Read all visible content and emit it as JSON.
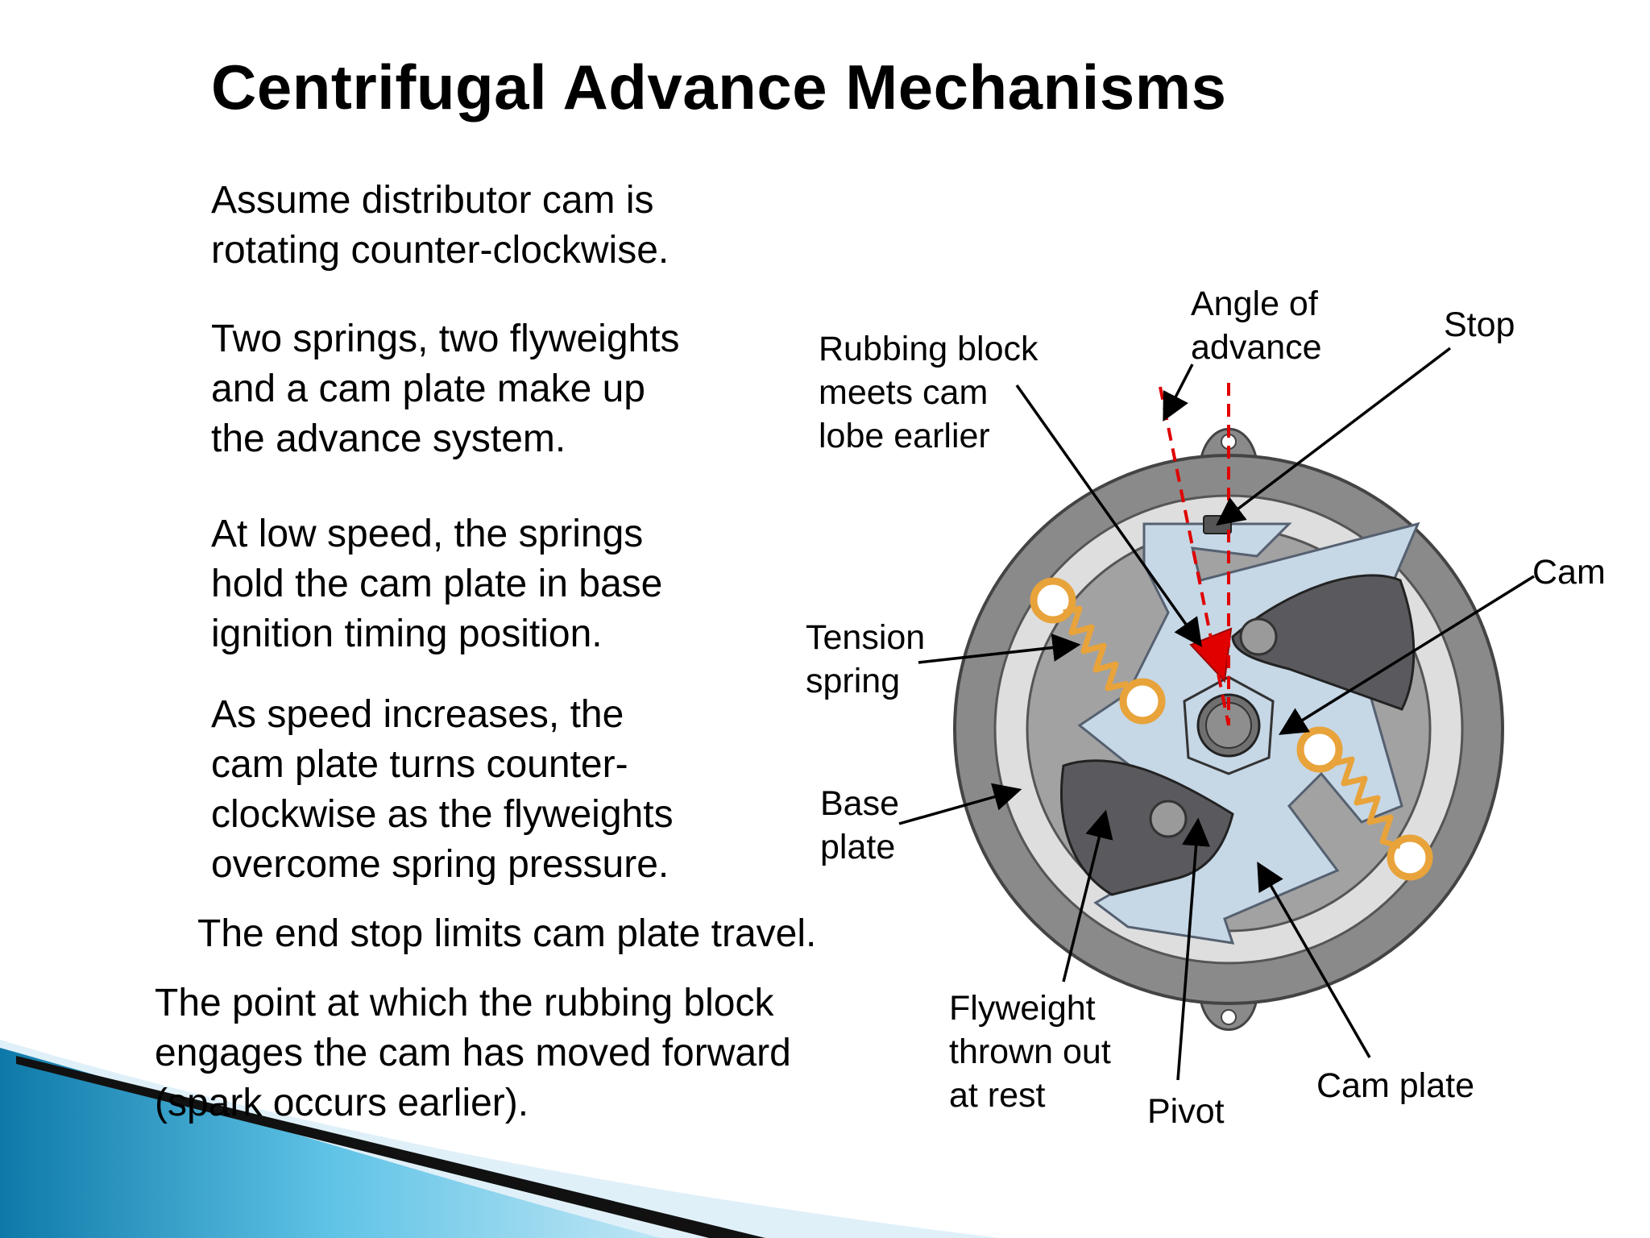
{
  "slide": {
    "title": "Centrifugal Advance Mechanisms",
    "paragraphs": [
      "Assume distributor cam is\nrotating counter-clockwise.",
      "Two springs, two flyweights\nand a cam plate make up\nthe advance system.",
      "At low speed, the springs\nhold the cam plate in base\nignition timing position.",
      "As speed increases, the\ncam plate turns counter-\nclockwise as the flyweights\novercome spring pressure.",
      "The end stop limits cam plate travel.",
      "The point at which the rubbing block\nengages the cam has moved forward\n(spark occurs earlier)."
    ]
  },
  "diagram": {
    "labels": {
      "rubbing_block": "Rubbing block\nmeets cam\nlobe earlier",
      "angle_of_advance": "Angle of\nadvance",
      "stop": "Stop",
      "cam": "Cam",
      "tension_spring": "Tension\nspring",
      "base_plate": "Base\nplate",
      "flyweight": "Flyweight\nthrown out\nat rest",
      "pivot": "Pivot",
      "cam_plate": "Cam plate"
    },
    "colors": {
      "housing": "#8a8a8a",
      "base_ring": "#d9d9d9",
      "cam_plate": "#c6d7e6",
      "flyweight": "#5a5a5e",
      "spring": "#e8a33a",
      "rubbing_block": "#e00000",
      "advance_line": "#e00000"
    }
  }
}
